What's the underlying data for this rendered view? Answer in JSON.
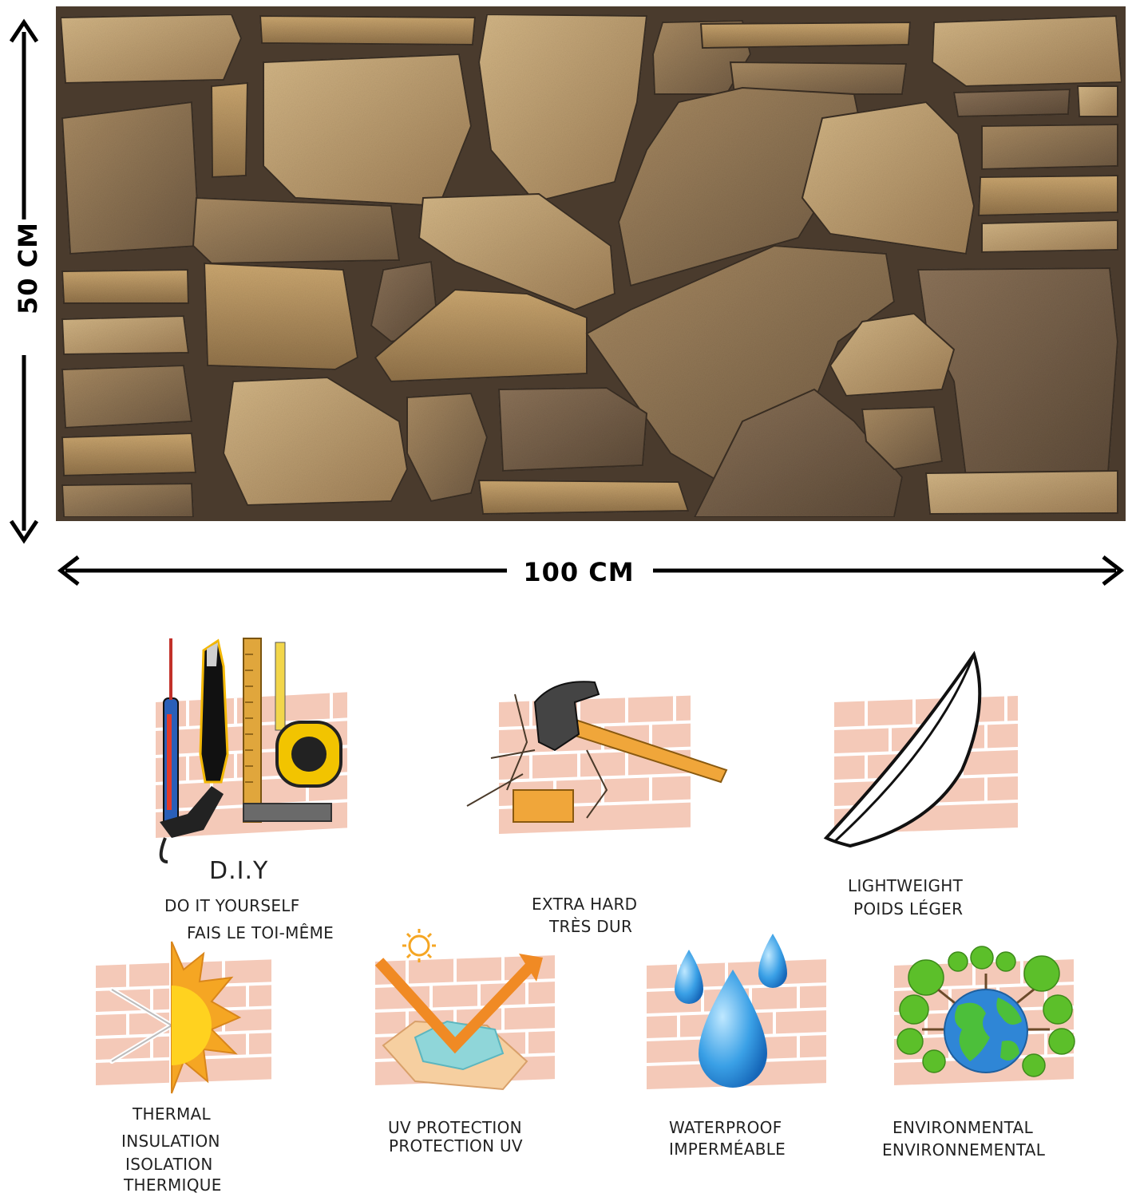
{
  "dimensions": {
    "height": "50 CM",
    "width": "100 CM"
  },
  "features": [
    {
      "icon": "diy-tools-icon",
      "lines": [
        "D.I.Y",
        "DO IT YOURSELF",
        "FAIS LE TOI-MÊME"
      ]
    },
    {
      "icon": "hammer-icon",
      "lines": [
        "EXTRA HARD",
        "TRÈS DUR"
      ]
    },
    {
      "icon": "feather-icon",
      "lines": [
        "LIGHTWEIGHT",
        "POIDS LÉGER"
      ]
    },
    {
      "icon": "thermal-icon",
      "lines": [
        "THERMAL",
        "INSULATION",
        "ISOLATION",
        "THERMIQUE"
      ]
    },
    {
      "icon": "uv-protection-icon",
      "lines": [
        "UV PROTECTION",
        "PROTECTION UV"
      ]
    },
    {
      "icon": "water-drops-icon",
      "lines": [
        "WATERPROOF",
        "IMPERMÉABLE"
      ]
    },
    {
      "icon": "earth-trees-icon",
      "lines": [
        "ENVIRONMENTAL",
        "ENVIRONNEMENTAL"
      ]
    }
  ],
  "colors": {
    "grout": "#4a3b2d",
    "stone_light": "#c7a878",
    "stone_mid": "#a6875c",
    "stone_dark": "#6f5a41",
    "brick_fill": "#f4c9b8",
    "brick_line": "#ffffff"
  }
}
